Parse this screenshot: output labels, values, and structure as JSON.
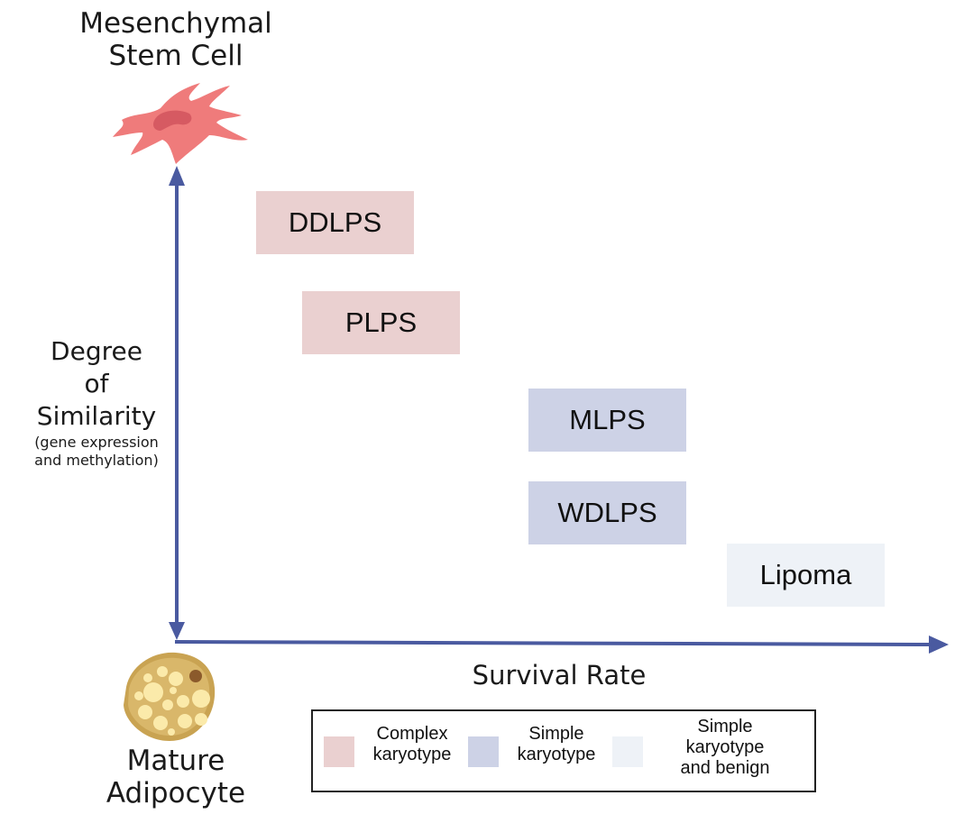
{
  "title_top": {
    "line1": "Mesenchymal",
    "line2": "Stem Cell"
  },
  "title_bottom": {
    "line1": "Mature",
    "line2": "Adipocyte"
  },
  "y_axis": {
    "line1": "Degree",
    "line2": "of",
    "line3": "Similarity",
    "sub1": "(gene expression",
    "sub2": "and methylation)"
  },
  "x_axis": {
    "label": "Survival Rate"
  },
  "colors": {
    "axis": "#4a5aa0",
    "complex": "#ead0d0",
    "simple": "#cdd2e6",
    "benign": "#eef2f7",
    "stem_cell": "#ef7b7b",
    "stem_nucleus": "#d95b62",
    "adipocyte": "#c9a352"
  },
  "boxes": [
    {
      "label": "DDLPS",
      "category": "complex"
    },
    {
      "label": "PLPS",
      "category": "complex"
    },
    {
      "label": "MLPS",
      "category": "simple"
    },
    {
      "label": "WDLPS",
      "category": "simple"
    },
    {
      "label": "Lipoma",
      "category": "benign"
    }
  ],
  "legend": {
    "items": [
      {
        "line1": "Complex",
        "line2": "karyotype",
        "line3": ""
      },
      {
        "line1": "Simple",
        "line2": "karyotype",
        "line3": ""
      },
      {
        "line1": "Simple",
        "line2": "karyotype",
        "line3": "and benign"
      }
    ]
  }
}
